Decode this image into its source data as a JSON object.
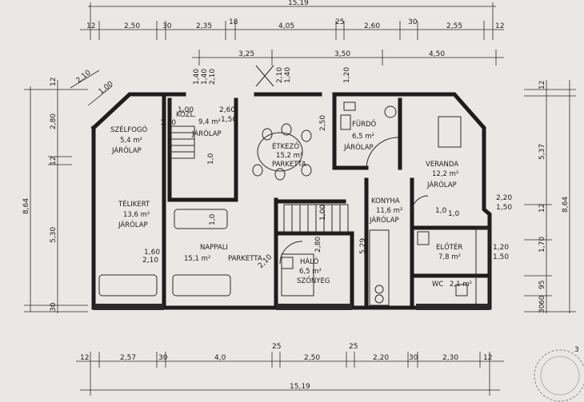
{
  "dimensions": {
    "top_total": "15,19",
    "top_row": [
      "12",
      "2,50",
      "30",
      "2,35",
      "18",
      "4,05",
      "25",
      "2,60",
      "30",
      "2,55",
      "12"
    ],
    "top_second": [
      "3,25",
      "3,50",
      "4,50"
    ],
    "bottom_row": [
      "12",
      "2,57",
      "30",
      "4,0",
      "25",
      "2,50",
      "25",
      "2,20",
      "30",
      "2,30",
      "12"
    ],
    "bottom_total": "15,19",
    "left": [
      "2,10",
      "1,00",
      "12",
      "2,80",
      "12",
      "5,30",
      "30"
    ],
    "left_total": "8,64",
    "right": [
      "12",
      "5,37",
      "12",
      "1,70",
      "95",
      "60",
      "30"
    ],
    "right_total": "8,64",
    "misc": [
      "2,10",
      "1,40",
      "1,40",
      "1,20",
      "2,10",
      "1,40",
      "1,0",
      "2,50",
      "1,00",
      "2,60",
      "1,50",
      "2,20",
      "1,50",
      "1,60",
      "2,10",
      "2,10",
      "1,00",
      "1,20",
      "1,50",
      "5,29",
      "1,0",
      "2,80",
      "1,50",
      "1,0",
      "1,0"
    ]
  },
  "rooms": {
    "szelfogo": {
      "name": "SZÉLFOGÓ",
      "area": "5,4 m²",
      "floor": "JÁRÓLAP"
    },
    "kozl": {
      "name": "KÖZL.",
      "area": "9,4 m²",
      "floor": "JÁRÓLAP"
    },
    "etkezo": {
      "name": "ÉTKEZŐ",
      "area": "15,2 m²",
      "floor": "PARKETTA"
    },
    "furdo": {
      "name": "FÜRDŐ",
      "area": "6,5 m²",
      "floor": "JÁRÓLAP"
    },
    "veranda": {
      "name": "VERANDA",
      "area": "12,2 m²",
      "floor": "JÁRÓLAP"
    },
    "telikert": {
      "name": "TÉLIKERT",
      "area": "13,6 m²",
      "floor": "JÁRÓLAP"
    },
    "konyha": {
      "name": "KONYHA",
      "area": "11,6 m²",
      "floor": "JÁRÓLAP"
    },
    "nappali": {
      "name": "NAPPALI",
      "area": "15,1 m²",
      "floor": "PARKETTA"
    },
    "halo": {
      "name": "HÁLÓ",
      "area": "6,5 m²",
      "floor": "SZŐNYEG"
    },
    "eloter": {
      "name": "ELŐTÉR",
      "area": "7,8 m²",
      "floor": ""
    },
    "wc": {
      "name": "WC",
      "area": "2,1 m²",
      "floor": ""
    }
  },
  "corner_mark": "3"
}
